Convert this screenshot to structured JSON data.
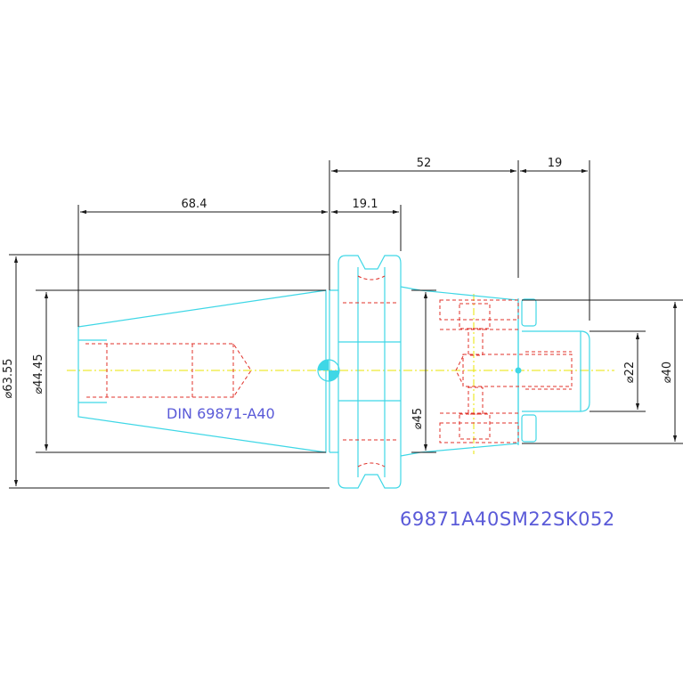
{
  "drawing": {
    "standard_label": "DIN 69871-A40",
    "part_number": "69871A40SM22SK052",
    "dimensions": {
      "len_taper": "68.4",
      "len_flange": "19.1",
      "len_body": "52",
      "len_tip": "19",
      "dia_flange": "⌀63.55",
      "dia_taper": "⌀44.45",
      "dia_neck": "⌀45",
      "dia_pilot": "⌀22",
      "dia_body": "⌀40"
    },
    "colors": {
      "outline": "#3fd7e6",
      "hidden": "#e0312a",
      "dimension": "#1a1a1a",
      "centerline": "#e8e600",
      "text": "#5a5ad8"
    }
  }
}
